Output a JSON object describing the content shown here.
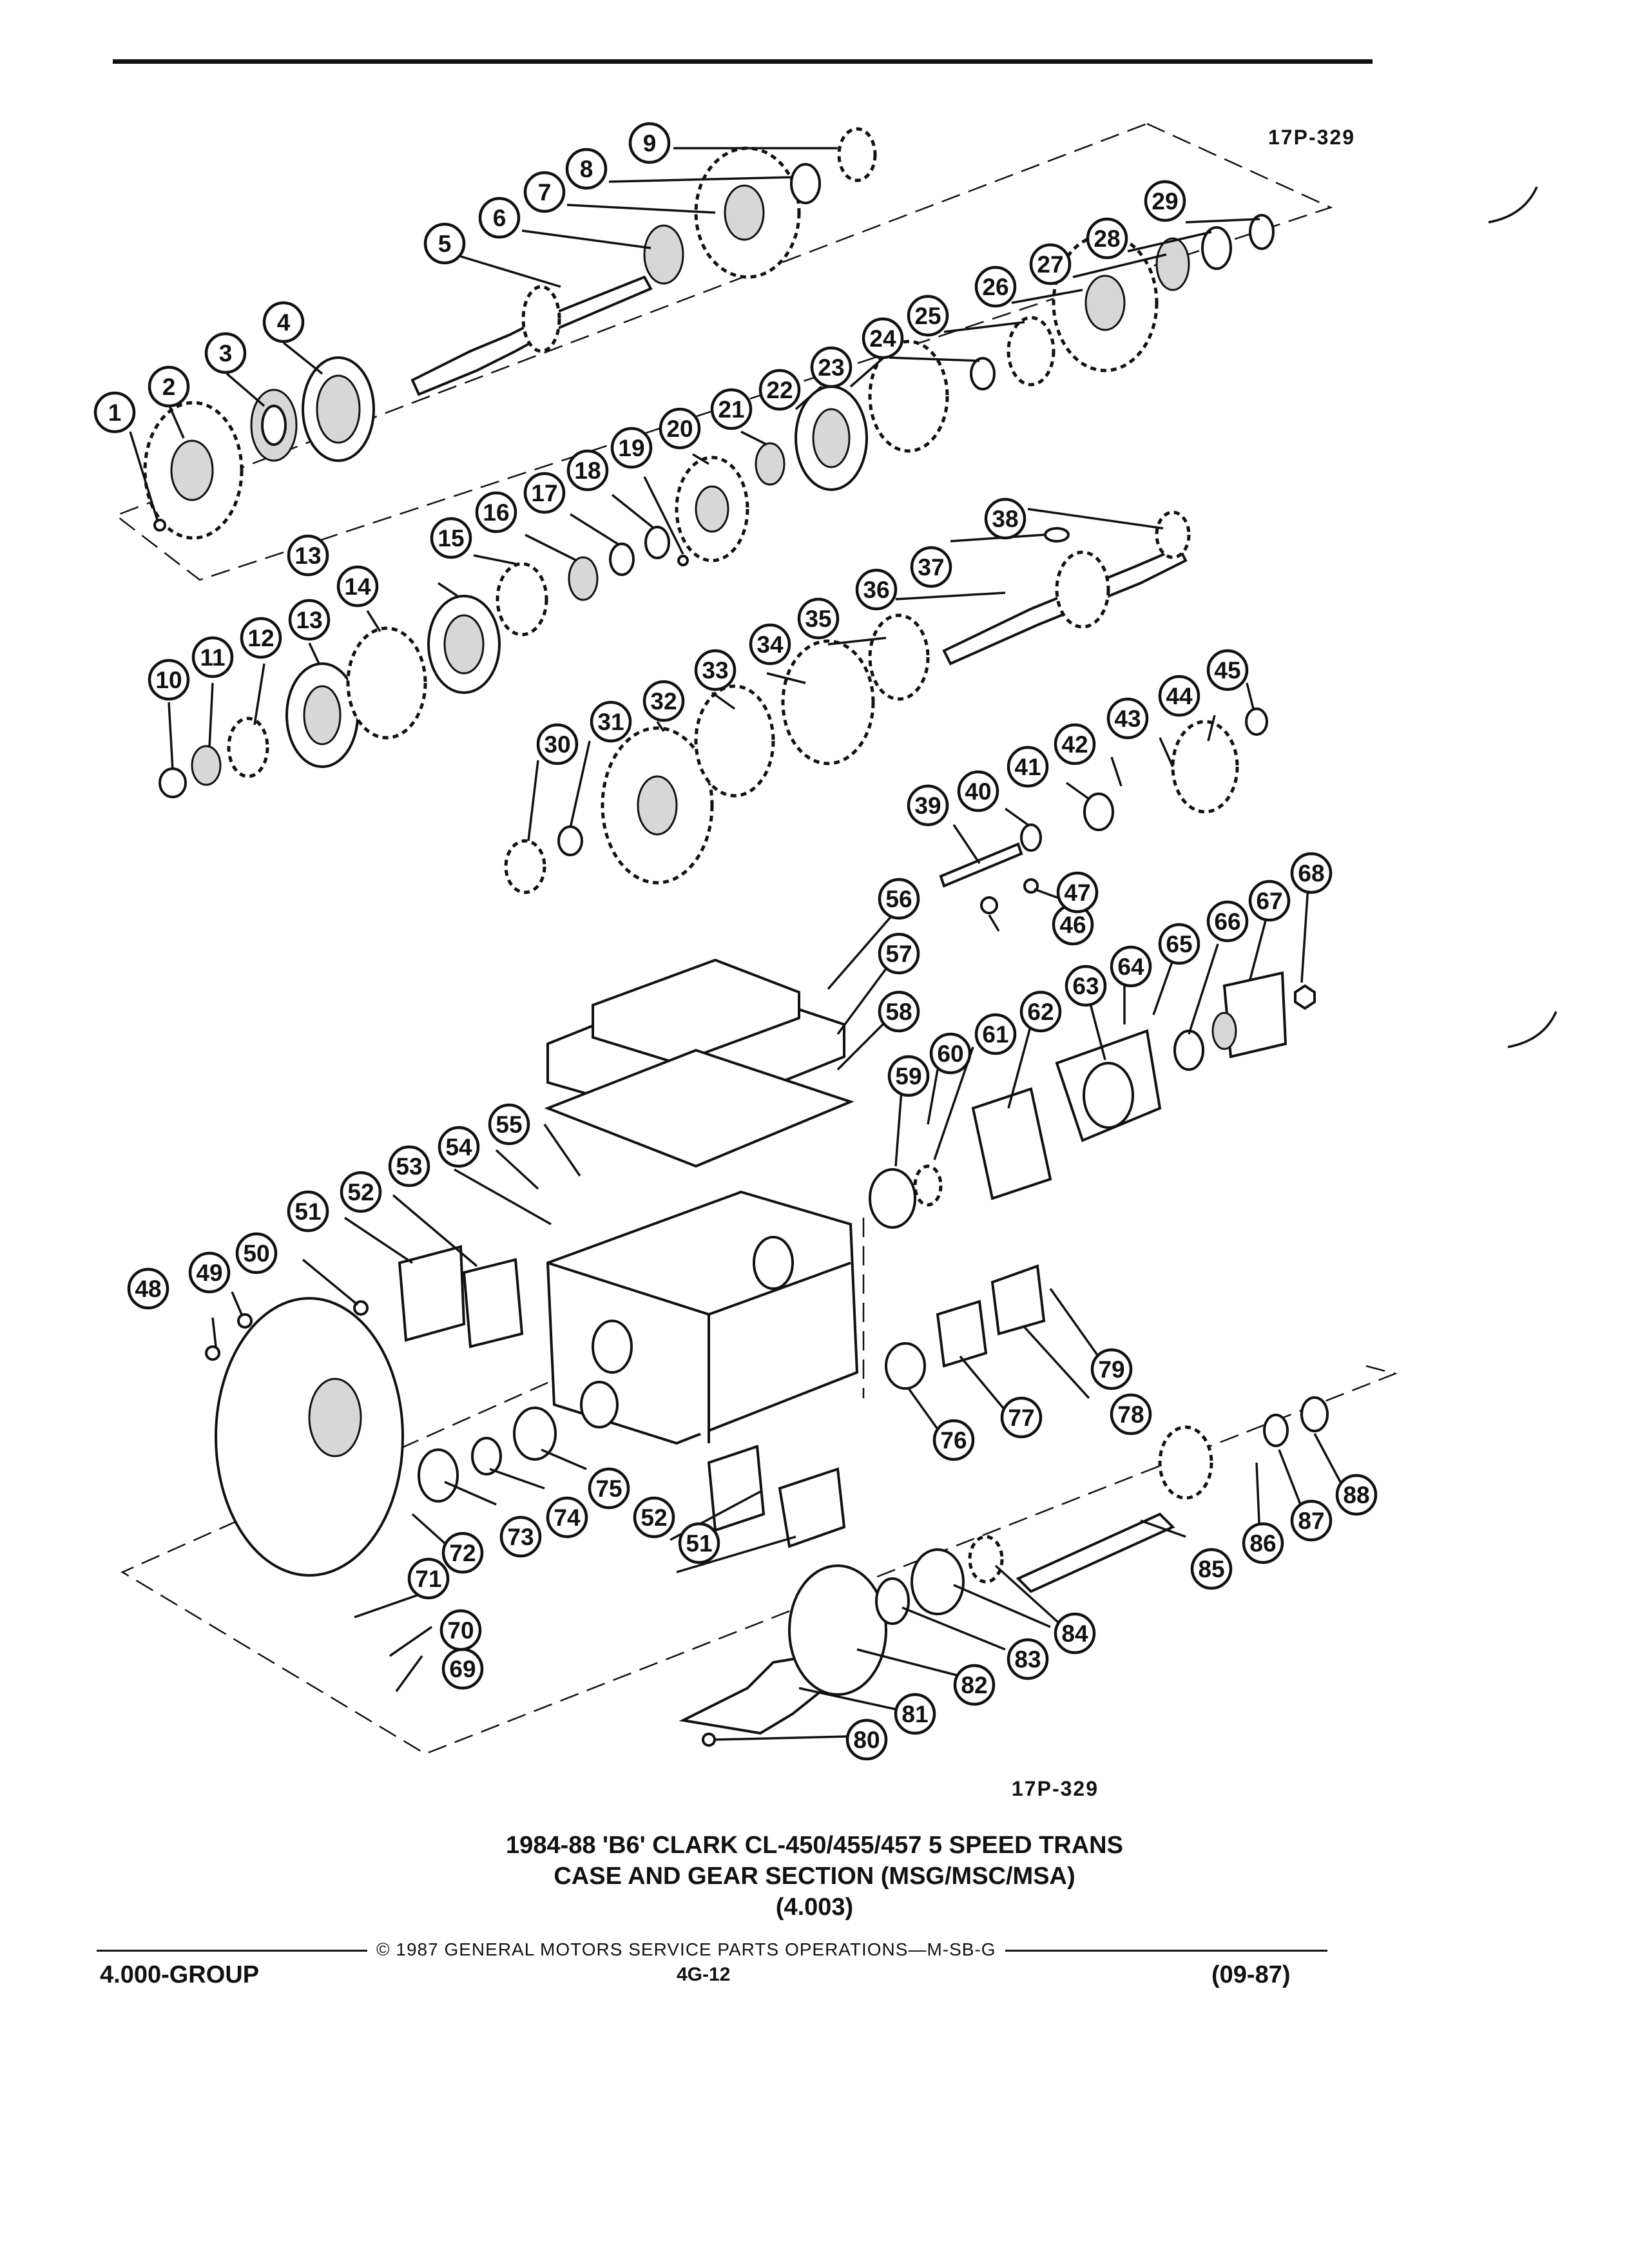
{
  "diagram_code_top": "17P-329",
  "diagram_code_bottom": "17P-329",
  "title": {
    "line1": "1984-88 'B6' CLARK CL-450/455/457 5 SPEED TRANS",
    "line2": "CASE AND GEAR SECTION (MSG/MSC/MSA)",
    "line3": "(4.003)"
  },
  "footer": {
    "copyright": "© 1987 GENERAL MOTORS SERVICE PARTS OPERATIONS—M-SB-G",
    "group": "4.000-GROUP",
    "page": "4G-12",
    "date": "(09-87)"
  },
  "callouts": [
    "1",
    "2",
    "3",
    "4",
    "5",
    "6",
    "7",
    "8",
    "9",
    "10",
    "11",
    "12",
    "13",
    "13",
    "14",
    "15",
    "16",
    "17",
    "18",
    "19",
    "20",
    "21",
    "22",
    "23",
    "24",
    "25",
    "26",
    "27",
    "28",
    "29",
    "30",
    "31",
    "32",
    "33",
    "34",
    "35",
    "36",
    "37",
    "38",
    "39",
    "40",
    "41",
    "42",
    "43",
    "44",
    "45",
    "46",
    "47",
    "48",
    "49",
    "50",
    "51",
    "51",
    "52",
    "52",
    "53",
    "54",
    "55",
    "56",
    "57",
    "58",
    "59",
    "60",
    "61",
    "62",
    "63",
    "64",
    "65",
    "66",
    "67",
    "68",
    "69",
    "70",
    "71",
    "72",
    "73",
    "74",
    "75",
    "76",
    "77",
    "78",
    "79",
    "80",
    "81",
    "82",
    "83",
    "84",
    "85",
    "86",
    "87",
    "88"
  ]
}
